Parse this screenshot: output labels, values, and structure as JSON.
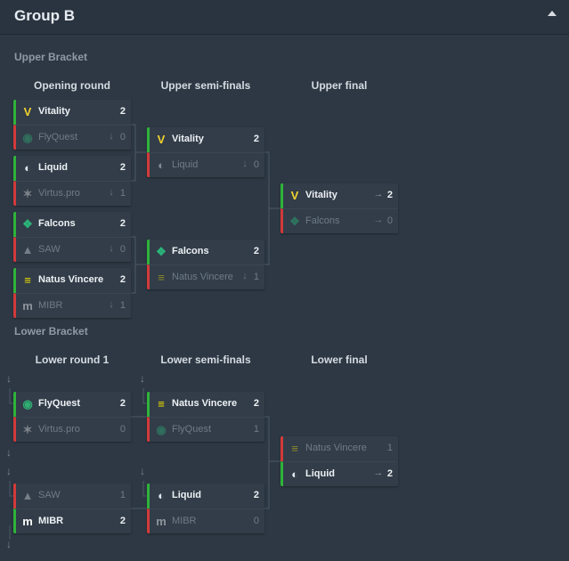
{
  "header": {
    "title": "Group B"
  },
  "upper": {
    "label": "Upper Bracket",
    "rounds": [
      "Opening round",
      "Upper semi-finals",
      "Upper final"
    ]
  },
  "lower": {
    "label": "Lower Bracket",
    "rounds": [
      "Lower round 1",
      "Lower semi-finals",
      "Lower final"
    ]
  },
  "glyphs": {
    "down": "↓",
    "right": "→"
  },
  "matches": [
    {
      "id": "ub-open-1",
      "rows": [
        {
          "team": "Vitality",
          "score": "2",
          "logo": "vitality-logo",
          "result": "win"
        },
        {
          "team": "FlyQuest",
          "score": "0",
          "logo": "flyquest-logo",
          "result": "lose",
          "indicator": "down"
        }
      ]
    },
    {
      "id": "ub-open-2",
      "rows": [
        {
          "team": "Liquid",
          "score": "2",
          "logo": "liquid-logo",
          "result": "win"
        },
        {
          "team": "Virtus.pro",
          "score": "1",
          "logo": "virtuspro-logo",
          "result": "lose",
          "indicator": "down"
        }
      ]
    },
    {
      "id": "ub-open-3",
      "rows": [
        {
          "team": "Falcons",
          "score": "2",
          "logo": "falcons-logo",
          "result": "win"
        },
        {
          "team": "SAW",
          "score": "0",
          "logo": "saw-logo",
          "result": "lose",
          "indicator": "down"
        }
      ]
    },
    {
      "id": "ub-open-4",
      "rows": [
        {
          "team": "Natus Vincere",
          "score": "2",
          "logo": "navi-logo",
          "result": "win"
        },
        {
          "team": "MIBR",
          "score": "1",
          "logo": "mibr-logo",
          "result": "lose",
          "indicator": "down"
        }
      ]
    },
    {
      "id": "ub-semi-1",
      "rows": [
        {
          "team": "Vitality",
          "score": "2",
          "logo": "vitality-logo",
          "result": "win"
        },
        {
          "team": "Liquid",
          "score": "0",
          "logo": "liquid-logo",
          "result": "lose",
          "indicator": "down"
        }
      ]
    },
    {
      "id": "ub-semi-2",
      "rows": [
        {
          "team": "Falcons",
          "score": "2",
          "logo": "falcons-logo",
          "result": "win"
        },
        {
          "team": "Natus Vincere",
          "score": "1",
          "logo": "navi-logo",
          "result": "lose",
          "indicator": "down"
        }
      ]
    },
    {
      "id": "ub-final",
      "rows": [
        {
          "team": "Vitality",
          "score": "2",
          "logo": "vitality-logo",
          "result": "win",
          "indicator": "right"
        },
        {
          "team": "Falcons",
          "score": "0",
          "logo": "falcons-logo",
          "result": "lose",
          "indicator": "right"
        }
      ]
    },
    {
      "id": "lb-r1-1",
      "rows": [
        {
          "team": "FlyQuest",
          "score": "2",
          "logo": "flyquest-logo",
          "result": "win"
        },
        {
          "team": "Virtus.pro",
          "score": "0",
          "logo": "virtuspro-logo",
          "result": "lose"
        }
      ]
    },
    {
      "id": "lb-r1-2",
      "rows": [
        {
          "team": "SAW",
          "score": "1",
          "logo": "saw-logo",
          "result": "lose"
        },
        {
          "team": "MIBR",
          "score": "2",
          "logo": "mibr-logo",
          "result": "win"
        }
      ]
    },
    {
      "id": "lb-semi-1",
      "rows": [
        {
          "team": "Natus Vincere",
          "score": "2",
          "logo": "navi-logo",
          "result": "win"
        },
        {
          "team": "FlyQuest",
          "score": "1",
          "logo": "flyquest-logo",
          "result": "lose"
        }
      ]
    },
    {
      "id": "lb-semi-2",
      "rows": [
        {
          "team": "Liquid",
          "score": "2",
          "logo": "liquid-logo",
          "result": "win"
        },
        {
          "team": "MIBR",
          "score": "0",
          "logo": "mibr-logo",
          "result": "lose"
        }
      ]
    },
    {
      "id": "lb-final",
      "rows": [
        {
          "team": "Natus Vincere",
          "score": "1",
          "logo": "navi-logo",
          "result": "lose"
        },
        {
          "team": "Liquid",
          "score": "2",
          "logo": "liquid-logo",
          "result": "win",
          "indicator": "right"
        }
      ]
    }
  ]
}
